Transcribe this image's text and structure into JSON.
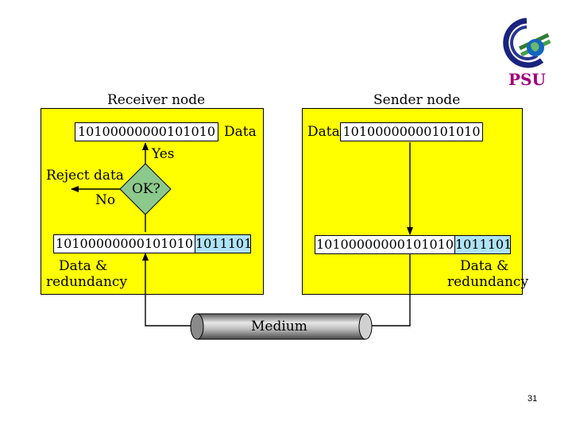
{
  "logo": {
    "text": "PSU",
    "icon": "psu-globe-logo-icon"
  },
  "receiver": {
    "title": "Receiver node",
    "data_bits": "10100000000101010",
    "data_label": "Data",
    "yes_label": "Yes",
    "decision": "OK?",
    "reject_label": "Reject data",
    "no_label": "No",
    "received_bits": "10100000000101010",
    "received_redundancy": "1011101",
    "dr_label_line1": "Data &",
    "dr_label_line2": "redundancy"
  },
  "sender": {
    "title": "Sender node",
    "data_label": "Data",
    "data_bits": "10100000000101010",
    "sent_bits": "10100000000101010",
    "sent_redundancy": "1011101",
    "dr_label_line1": "Data &",
    "dr_label_line2": "redundancy"
  },
  "medium": {
    "label": "Medium"
  },
  "slide_number": "31",
  "colors": {
    "panel": "#ffff00",
    "redundancy": "#aee3f5",
    "decision": "#8cc98c",
    "logo_text": "#a0007a"
  }
}
